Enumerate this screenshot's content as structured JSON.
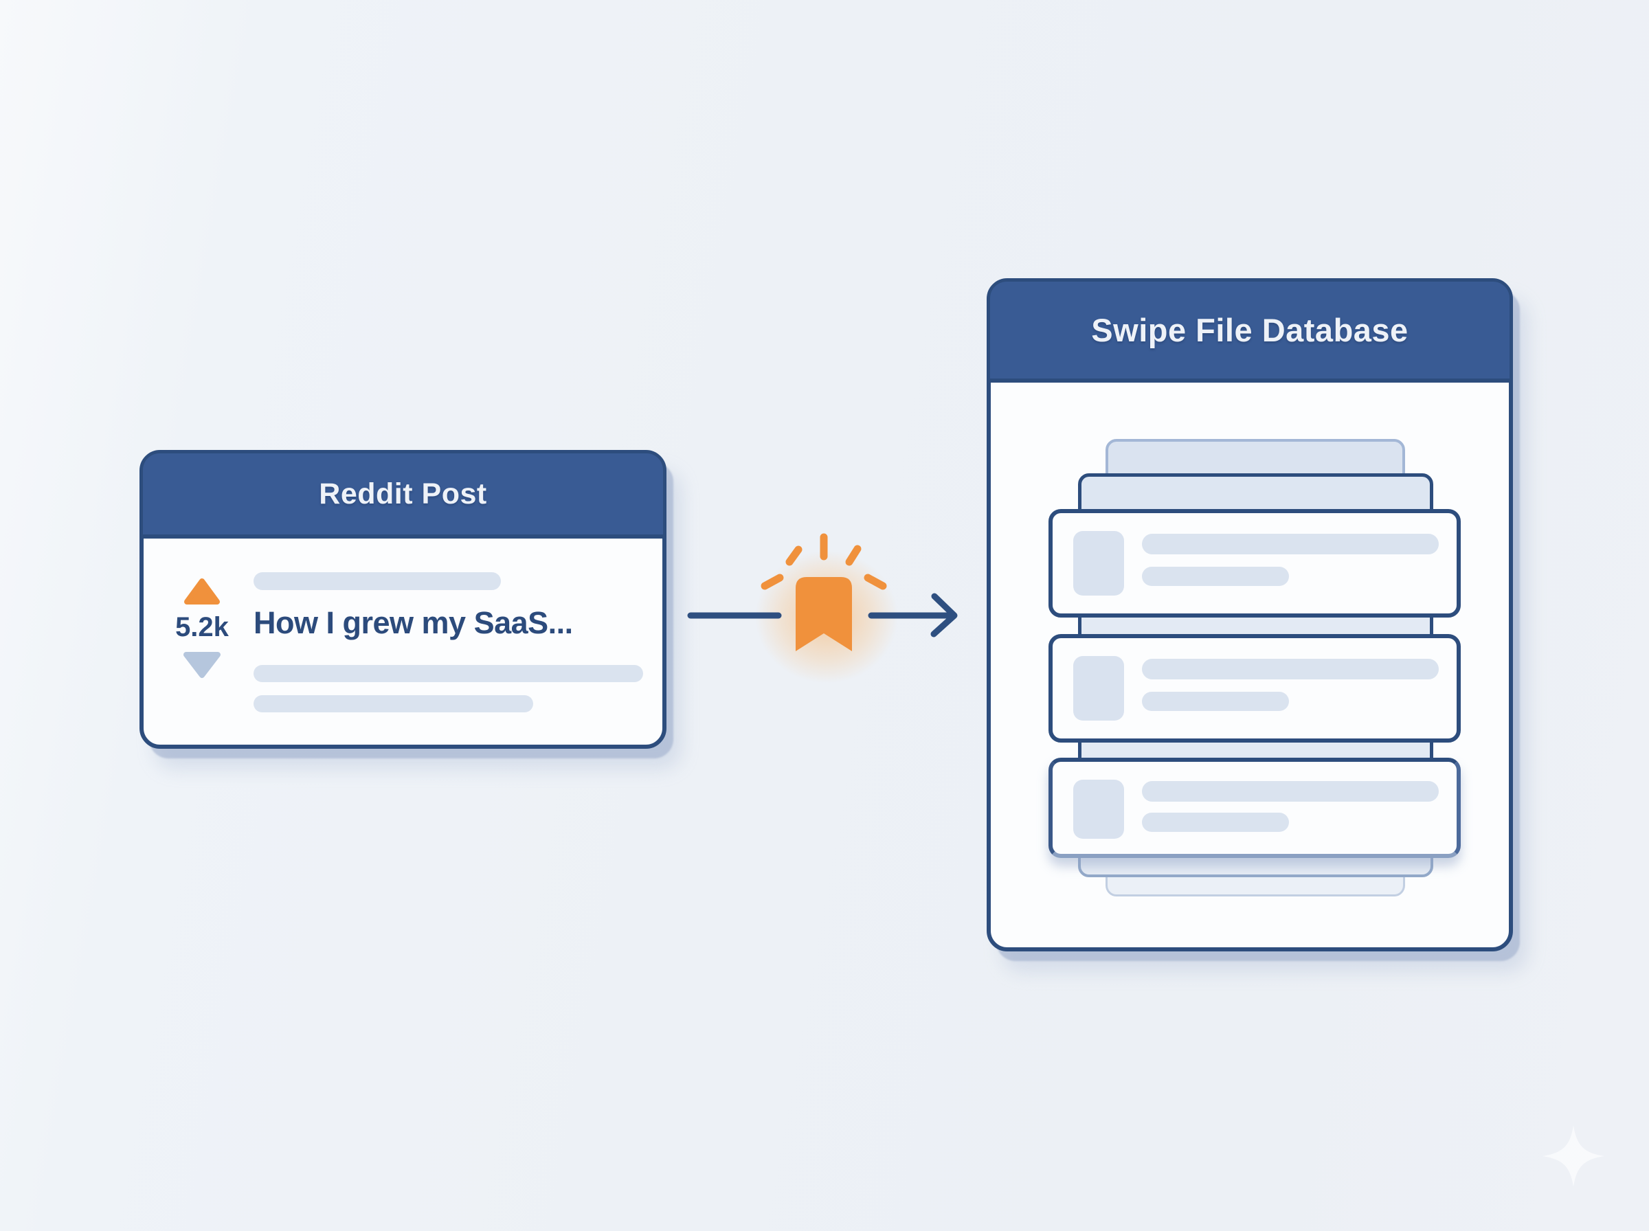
{
  "colors": {
    "background": "#edf1f6",
    "header_blue": "#395b94",
    "border_navy": "#2d4d7d",
    "accent_orange": "#f0913c",
    "downvote_blue": "#b5c6dd",
    "text_navy": "#2c4b7c",
    "placeholder_blue": "#dae3ef",
    "header_text": "#eef2f8"
  },
  "reddit_card": {
    "title": "Reddit Post",
    "upvote_count": "5.2k",
    "post_title": "How I grew my SaaS...",
    "placeholder_line_count": 3,
    "icons": [
      "upvote-icon",
      "downvote-icon"
    ]
  },
  "flow": {
    "icon": "bookmark-icon",
    "direction": "right"
  },
  "database_card": {
    "title": "Swipe File Database",
    "saved_row_count": 3,
    "row_parts": [
      "thumbnail-placeholder",
      "title-placeholder-line",
      "subtitle-placeholder-line"
    ],
    "stacked_ghost_layers": 4
  },
  "decor": {
    "sparkle_icon": "sparkle-icon"
  }
}
